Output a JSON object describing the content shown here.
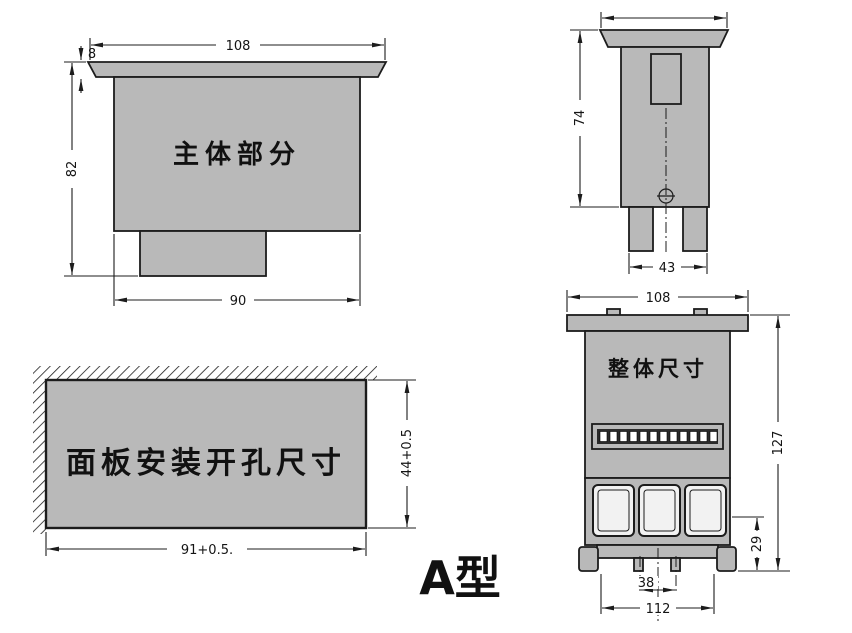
{
  "page": {
    "title": "A型",
    "background": "#ffffff"
  },
  "colors": {
    "part_fill": "#b9b9b9",
    "line": "#1c1c1c",
    "terminal_fill": "#2a2a2a",
    "window_fill": "#f2f2f2"
  },
  "views": {
    "side_body": {
      "label": "主体部分",
      "dim_top_width": "108",
      "dim_height": "82",
      "dim_bottom_width": "90",
      "dim_flange_thickness": "8"
    },
    "side_profile": {
      "dim_height": "74",
      "dim_leg_span": "43"
    },
    "panel_cutout": {
      "label": "面板安装开孔尺寸",
      "dim_height": "44+0.5",
      "dim_width": "91+0.5."
    },
    "overall": {
      "label": "整体尺寸",
      "dim_top_width": "108",
      "dim_height": "127",
      "dim_lower_height": "29",
      "dim_feet_inner": "38",
      "dim_feet_outer": "112"
    }
  }
}
